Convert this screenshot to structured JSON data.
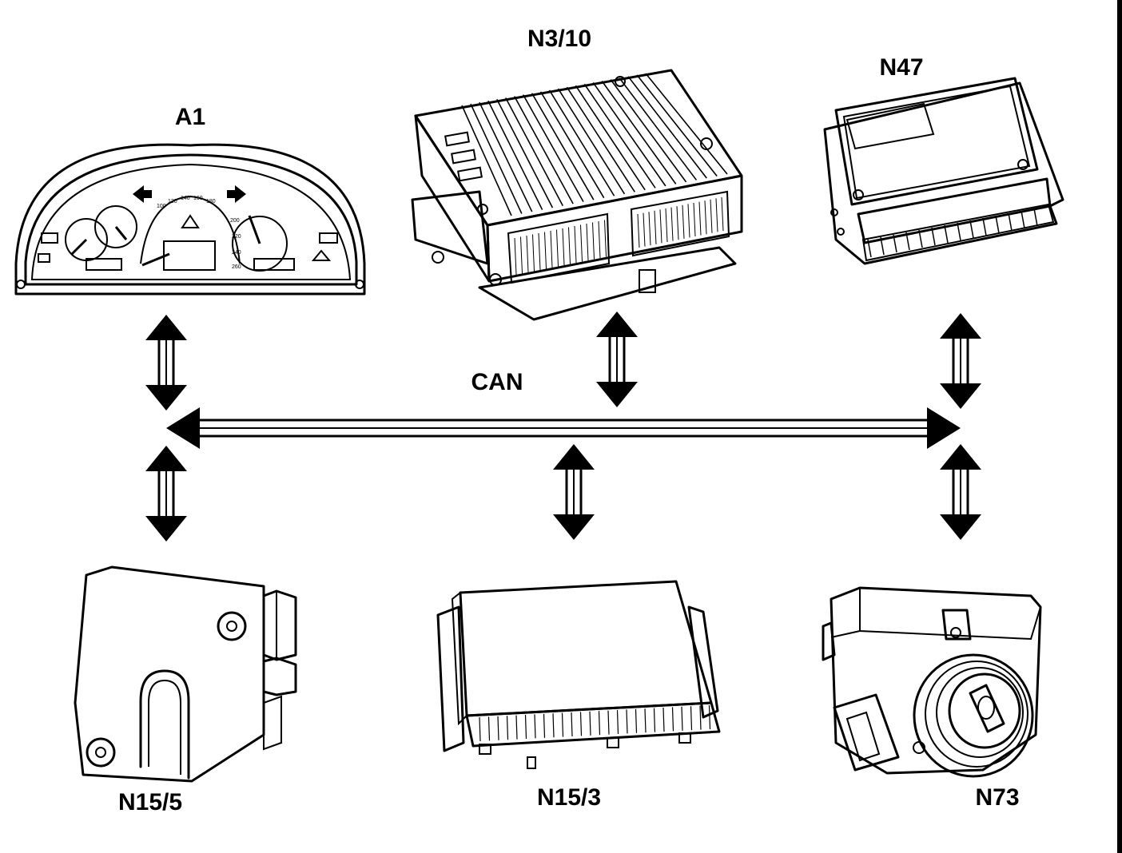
{
  "diagram": {
    "bus_label": "CAN",
    "modules": [
      {
        "id": "A1",
        "label": "A1",
        "icon": "instrument-cluster-icon"
      },
      {
        "id": "N3/10",
        "label": "N3/10",
        "icon": "engine-control-unit-icon"
      },
      {
        "id": "N47",
        "label": "N47",
        "icon": "control-module-icon"
      },
      {
        "id": "N15/5",
        "label": "N15/5",
        "icon": "selector-lever-module-icon"
      },
      {
        "id": "N15/3",
        "label": "N15/3",
        "icon": "transmission-control-unit-icon"
      },
      {
        "id": "N73",
        "label": "N73",
        "icon": "ignition-switch-module-icon"
      }
    ],
    "cluster_dial": {
      "speed_ticks": [
        "100",
        "120",
        "140",
        "160",
        "180",
        "200",
        "220",
        "240",
        "260"
      ]
    }
  },
  "colors": {
    "line": "#000000",
    "background": "#ffffff"
  }
}
